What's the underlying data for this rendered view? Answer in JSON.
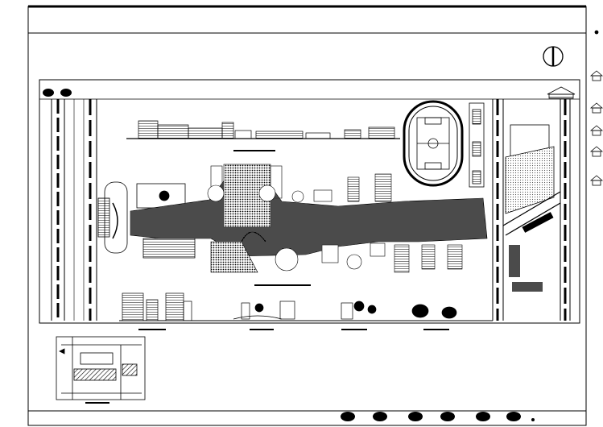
{
  "drawing": {
    "title": "",
    "north_arrow": "north-arrow-icon",
    "line_color": "#000000",
    "paper_color": "#ffffff"
  },
  "site_plan": {
    "elevation_strip": "skyline-elevation",
    "track_field": "running-track-with-football-pitch",
    "plaza": "central-pedestrian-plaza",
    "parking": "diagonal-parking-lot"
  },
  "key_map": {
    "highlight": "project-site-hatched"
  },
  "sections": {
    "count": 5,
    "tree_symbols": 8
  }
}
